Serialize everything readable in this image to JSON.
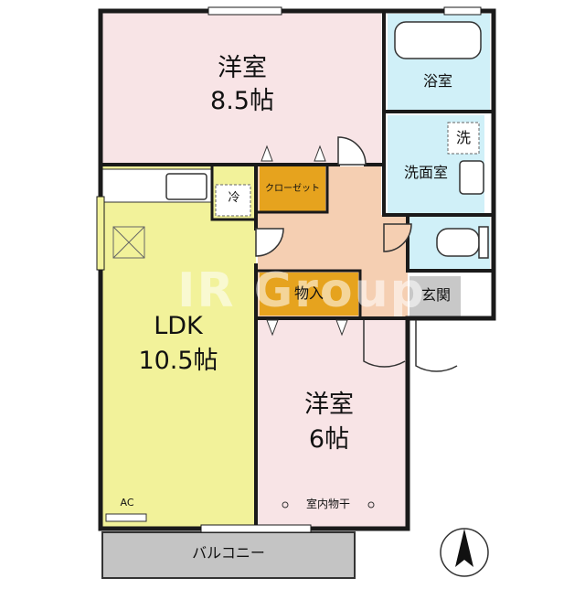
{
  "rooms": {
    "western1": {
      "name": "洋室",
      "size": "8.5帖"
    },
    "western2": {
      "name": "洋室",
      "size": "6帖"
    },
    "ldk": {
      "name": "LDK",
      "size": "10.5帖"
    }
  },
  "labels": {
    "bath": "浴室",
    "washroom": "洗面室",
    "washer": "洗",
    "closet": "クローゼット",
    "storage": "物入",
    "entrance": "玄関",
    "fridge": "冷",
    "ac": "AC",
    "balcony": "バルコニー",
    "drying": "室内物干"
  },
  "watermark": "IR Group",
  "colors": {
    "western": "#f8e4e6",
    "ldk": "#f2f29a",
    "wet": "#d0f0f8",
    "hall": "#f5cfb2",
    "closet": "#e6a31e",
    "entrance": "#c8c8c8",
    "balcony": "#c4c4c4",
    "wall": "#1a1a1a"
  }
}
